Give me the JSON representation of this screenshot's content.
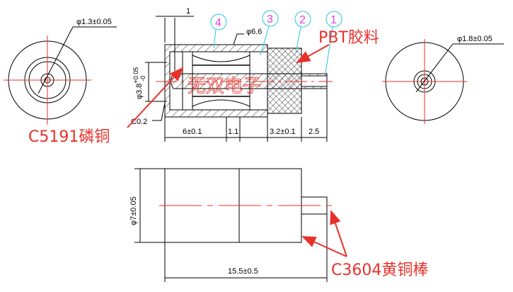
{
  "left_view": {
    "diameter_label": "φ1.3±0.05"
  },
  "right_view": {
    "diameter_label": "φ1.8±0.05"
  },
  "section_view": {
    "top_dim": "1",
    "outer_diameter": "φ6.6",
    "inner_diameter": "φ3.8",
    "inner_tol_upper": "+0.05",
    "inner_tol_lower": "-0",
    "chamfer": "C0.2",
    "dims": [
      "6±0.1",
      "1.1",
      "3.2±0.1",
      "2.5"
    ],
    "balloons": [
      "1",
      "2",
      "3",
      "4"
    ],
    "watermark": "无双电子"
  },
  "side_view": {
    "diameter": "φ7±0.05",
    "length": "15.5±0.5"
  },
  "callouts": {
    "pbt": "PBT胶料",
    "phosphor": "C5191磷铜",
    "brass": "C3604黄铜棒"
  },
  "colors": {
    "callout": "#e8312b",
    "balloon": "#22c8e0",
    "balloon_text": "#e040e0"
  }
}
